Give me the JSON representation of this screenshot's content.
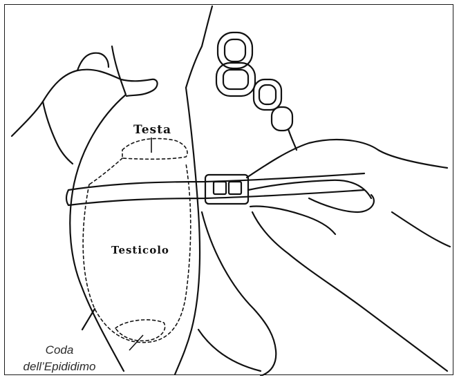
{
  "labels": {
    "head": "Testa",
    "testicle": "Testicolo",
    "tail_line1": "Coda",
    "tail_line2": "dell’Epididimo"
  },
  "colors": {
    "ink": "#111111",
    "background": "#ffffff",
    "caption": "#2a2a2a"
  }
}
